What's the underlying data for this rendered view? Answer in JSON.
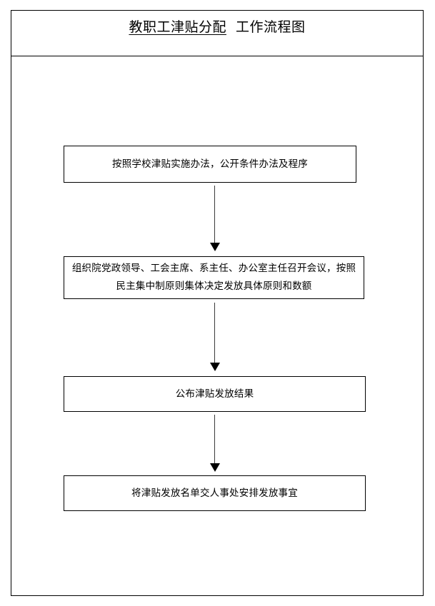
{
  "document": {
    "title_prefix": "  ",
    "title_underlined": "教职工津贴分配",
    "title_suffix": "  工作流程图",
    "background_color": "#ffffff",
    "border_color": "#000000",
    "arrow_color": "#000000"
  },
  "chart_data": {
    "type": "diagram",
    "diagram_kind": "flowchart",
    "title": "教职工津贴分配  工作流程图",
    "orientation": "top-to-bottom",
    "nodes": [
      {
        "id": "step-1",
        "shape": "rectangle",
        "lines": [
          "按照学校津贴实施办法，公开条件办法及程序"
        ],
        "text": "按照学校津贴实施办法，公开条件办法及程序"
      },
      {
        "id": "step-2",
        "shape": "rectangle",
        "lines": [
          "组织院党政领导、工会主席、系主任、办公室主任召开会议，按照",
          "民主集中制原则集体决定发放具体原则和数额"
        ],
        "text": "组织院党政领导、工会主席、系主任、办公室主任召开会议，按照民主集中制原则集体决定发放具体原则和数额"
      },
      {
        "id": "step-3",
        "shape": "rectangle",
        "lines": [
          "公布津贴发放结果"
        ],
        "text": "公布津贴发放结果"
      },
      {
        "id": "step-4",
        "shape": "rectangle",
        "lines": [
          "将津贴发放名单交人事处安排发放事宜"
        ],
        "text": "将津贴发放名单交人事处安排发放事宜"
      }
    ],
    "edges": [
      {
        "id": "edge-1",
        "from": "step-1",
        "to": "step-2",
        "style": "solid-arrow-down"
      },
      {
        "id": "edge-2",
        "from": "step-2",
        "to": "step-3",
        "style": "solid-arrow-down"
      },
      {
        "id": "edge-3",
        "from": "step-3",
        "to": "step-4",
        "style": "solid-arrow-down"
      }
    ]
  }
}
